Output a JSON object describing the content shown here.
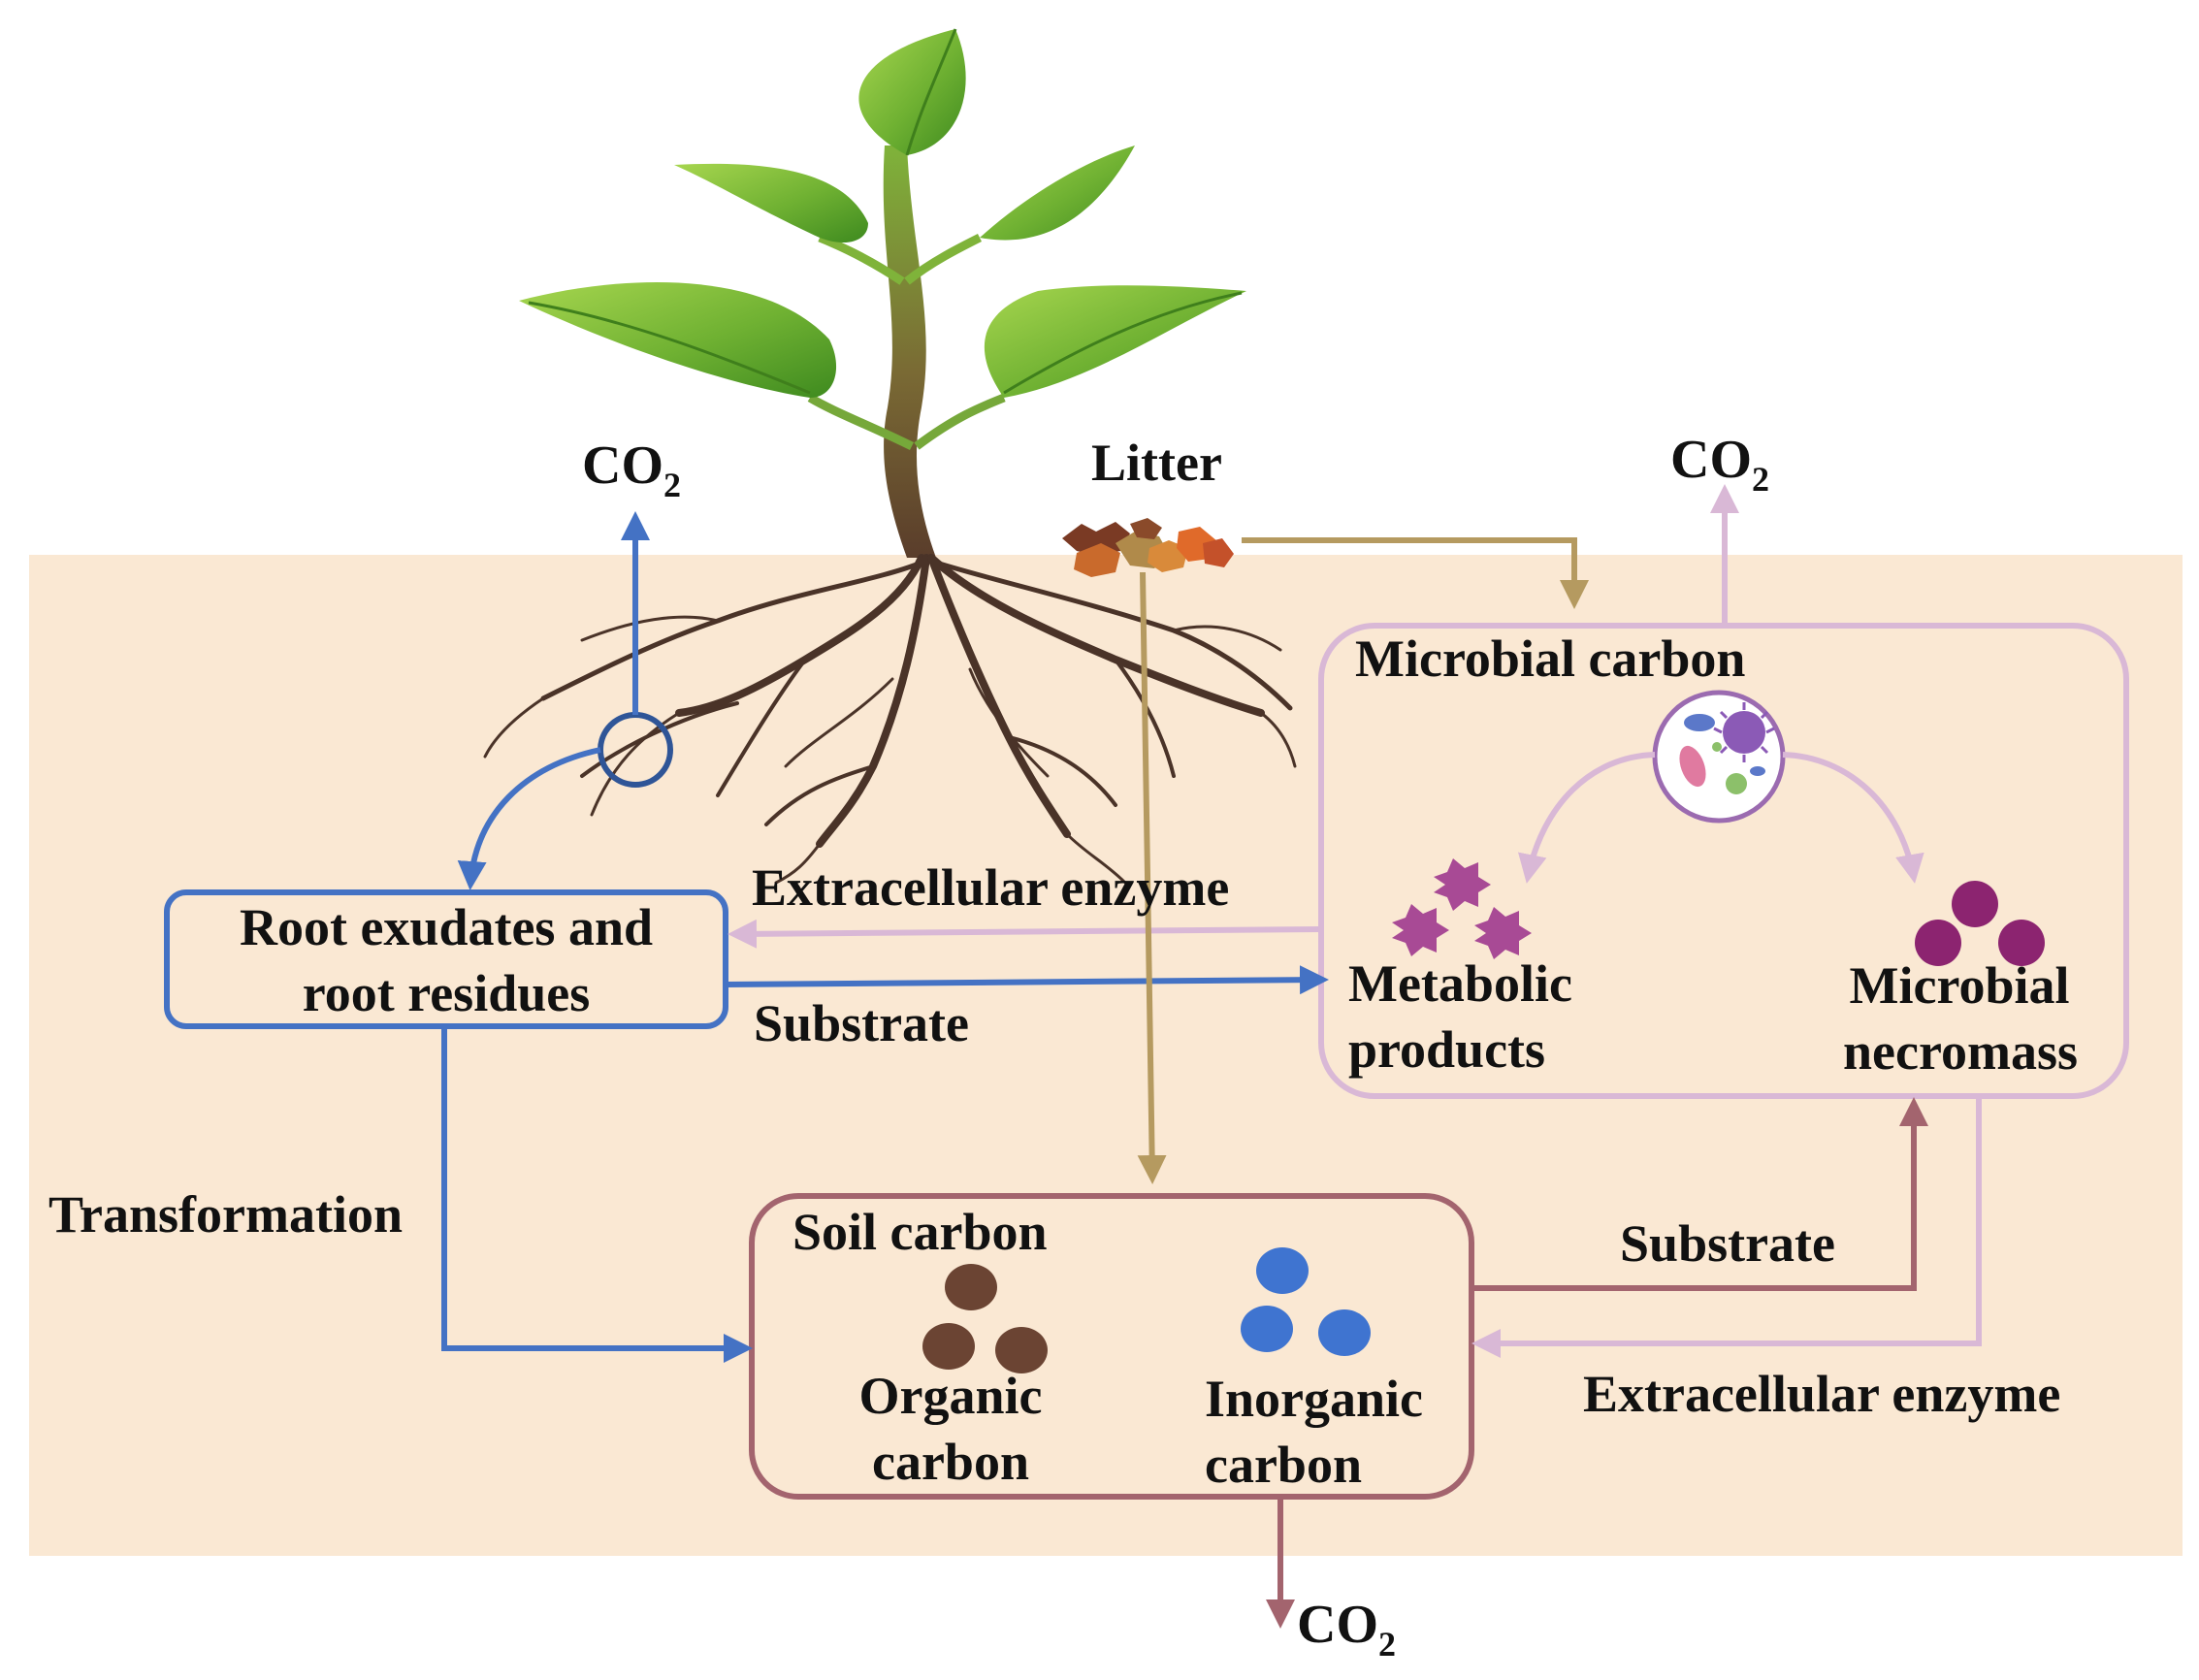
{
  "labels": {
    "co2": "CO",
    "co2_sub": "2",
    "litter": "Litter",
    "microbial_carbon": "Microbial carbon",
    "extracellular_enzyme": "Extracellular enzyme",
    "root_exudates_line1": "Root exudates and",
    "root_exudates_line2": "root residues",
    "substrate": "Substrate",
    "metabolic_line1": "Metabolic",
    "metabolic_line2": "products",
    "necromass_line1": "Microbial",
    "necromass_line2": "necromass",
    "transformation": "Transformation",
    "soil_carbon": "Soil carbon",
    "organic_line1": "Organic",
    "organic_line2": "carbon",
    "inorganic_line1": "Inorganic",
    "inorganic_line2": "carbon"
  },
  "colors": {
    "soil_background": "#fae8d3",
    "root_flow_blue": "#4472c4",
    "microbial_lilac": "#d9b8d6",
    "soil_box_mauve": "#a3646e",
    "litter_gold": "#b59a60",
    "leaf_green": "#6fb132",
    "organic_brown": "#6b4433",
    "inorganic_blue": "#3f74d0",
    "metabolic_magenta": "#a84a95",
    "necromass_purple": "#8c2470"
  },
  "icons": [
    "plant-icon",
    "roots-icon",
    "litter-icon",
    "microbe-community-icon",
    "metabolic-products-icon",
    "microbial-necromass-icon",
    "organic-carbon-icon",
    "inorganic-carbon-icon"
  ]
}
